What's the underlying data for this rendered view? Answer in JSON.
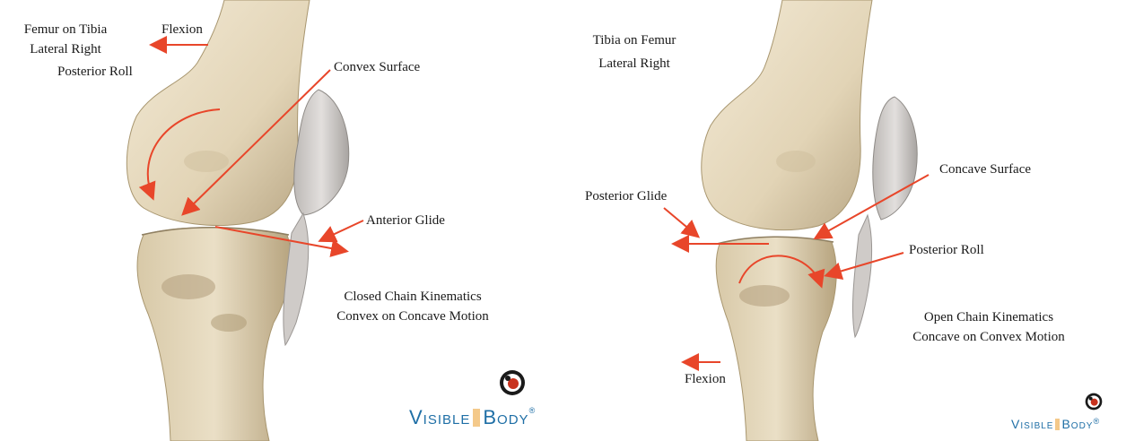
{
  "diagram_title_partial": "...Convex ... Rule ...",
  "left_panel": {
    "view_title_line1": "Femur on Tibia",
    "view_title_line2": "Lateral Right",
    "flexion_label": "Flexion",
    "posterior_roll_label": "Posterior Roll",
    "convex_surface_label": "Convex Surface",
    "anterior_glide_label": "Anterior Glide",
    "kinematics_line1": "Closed Chain Kinematics",
    "kinematics_line2": "Convex on Concave Motion",
    "logo_text_part1": "Visible",
    "logo_text_part2": "Body",
    "logo_reg": "®"
  },
  "right_panel": {
    "view_title_line1": "Tibia on Femur",
    "view_title_line2": "Lateral Right",
    "concave_surface_label": "Concave Surface",
    "posterior_glide_label": "Posterior Glide",
    "posterior_roll_label": "Posterior Roll",
    "flexion_label": "Flexion",
    "kinematics_line1": "Open Chain Kinematics",
    "kinematics_line2": "Concave on Convex Motion",
    "logo_text_part1": "Visible",
    "logo_text_part2": "Body",
    "logo_reg": "®"
  },
  "colors": {
    "arrow": "#e8462a",
    "bone_light": "#ece2cc",
    "bone_shadow": "#b8a684",
    "patella": "#d9d6d4",
    "logo_blue": "#1f6fa6"
  }
}
